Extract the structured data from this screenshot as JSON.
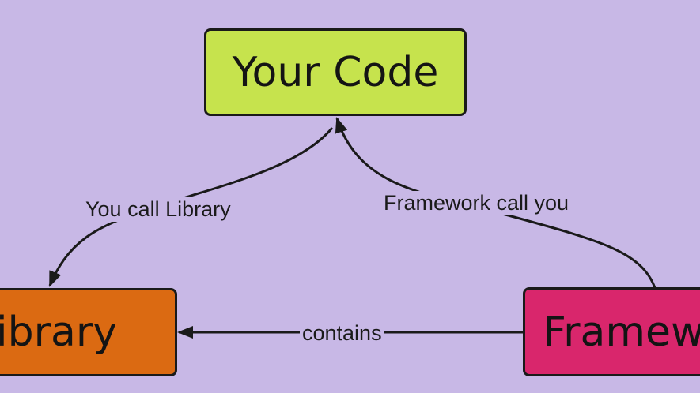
{
  "diagram": {
    "nodes": {
      "your_code": "Your Code",
      "library": "Library",
      "framework": "Framework"
    },
    "edges": {
      "you_call_library": "You call Library",
      "framework_call_you": "Framework call you",
      "contains": "contains"
    },
    "colors": {
      "background": "#c8b8e6",
      "your_code": "#c6e34d",
      "library": "#db6a12",
      "framework": "#d9266c",
      "stroke": "#1a1a1a"
    }
  }
}
